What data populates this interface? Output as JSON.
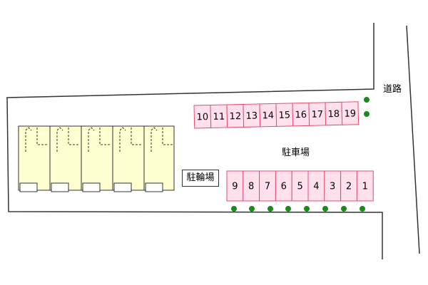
{
  "labels": {
    "road": "道路",
    "parking": "駐車場",
    "bicycle_parking": "駐輪場"
  },
  "parking_upper_row": [
    "10",
    "11",
    "12",
    "13",
    "14",
    "15",
    "16",
    "17",
    "18",
    "19"
  ],
  "parking_lower_row": [
    "9",
    "8",
    "7",
    "6",
    "5",
    "4",
    "3",
    "2",
    "1"
  ],
  "colors": {
    "slot_fill": "#ffe0ec",
    "slot_stroke": "#e0506e",
    "building_fill": "#ffffd2",
    "tree": "#1a8a1a",
    "outline": "#333333"
  },
  "units_count": 5,
  "trees_count": 10
}
